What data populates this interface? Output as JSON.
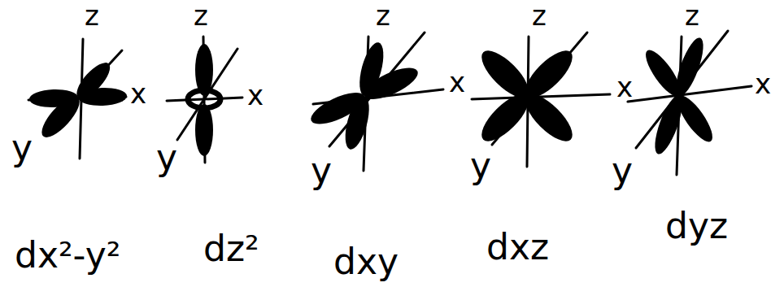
{
  "diagram": {
    "labels": [
      "z",
      "x",
      "y",
      "z",
      "x",
      "y",
      "z",
      "x",
      "y",
      "z",
      "x",
      "y",
      "z",
      "x",
      "y",
      "dx²-y²",
      "dz²",
      "dxy",
      "dxz",
      "dyz"
    ]
  }
}
